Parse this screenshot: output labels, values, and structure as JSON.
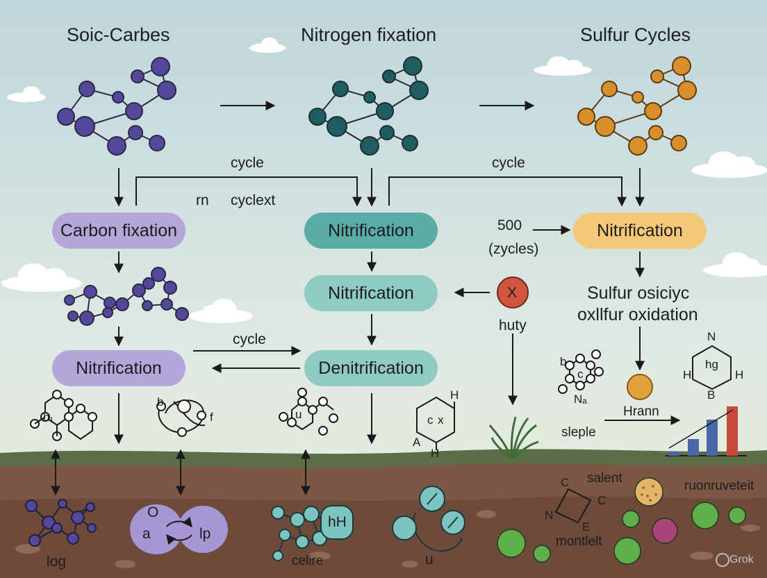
{
  "titles": {
    "carbon": "Soic-Carbes",
    "nitrogen": "Nitrogen fixation",
    "sulfur": "Sulfur Cycles"
  },
  "labels": {
    "cycle_left": "cycle",
    "cycle_right": "cycle",
    "cycle_mid": "cycle",
    "rn": "rn",
    "cyclext": "cyclext",
    "five_hundred": "500",
    "cycles_paren": "(zycles)",
    "x_mark": "X",
    "huty": "huty",
    "sulfur_ox_1": "Sulfur osiciyc",
    "sulfur_ox_2": "oxllfur oxidation",
    "hrann": "Hrann",
    "sleple": "sleple",
    "salent": "salent",
    "ruonruveteit": "ruonruveteit",
    "montlelt": "montlelt",
    "log": "log",
    "celire": "celire",
    "u_bottom": "u",
    "watermark": "Grok"
  },
  "nodes": {
    "carbon_fixation": "Carbon fixation",
    "nitrification_top": "Nitrification",
    "nitrification_right": "Nitrification",
    "nitrification_mid": "Nitrification",
    "nitrification_left": "Nitrification",
    "denitrification": "Denitrification"
  },
  "mol_labels": {
    "h1": "h₁",
    "b_left": "b",
    "f_left": "f",
    "u_mid": "u",
    "hex_h_top": "H",
    "hex_c": "c",
    "hex_x": "x",
    "hex_a": "A",
    "hex_h_bot": "H",
    "b_right": "b",
    "c_right": "c",
    "n_sub": "Nₐ",
    "n_top": "N",
    "h_left": "H",
    "hg": "hɡ",
    "h_right": "H",
    "b_bottom": "B",
    "o_label": "O",
    "a_label": "a",
    "lp_label": "lp",
    "hh_label": "hH",
    "c_sq1": "C",
    "c_sq2": "C",
    "n_sq": "N",
    "e_sq": "E"
  },
  "colors": {
    "purple_atom": "#55479a",
    "teal_atom": "#1f5e60",
    "orange_atom": "#d98f2c",
    "purple_pill": "#b5a6d9",
    "teal_pill": "#5aaca6",
    "teal_light_pill": "#8fcbc3",
    "orange_pill": "#f3c878",
    "red_circle": "#d0563d"
  }
}
